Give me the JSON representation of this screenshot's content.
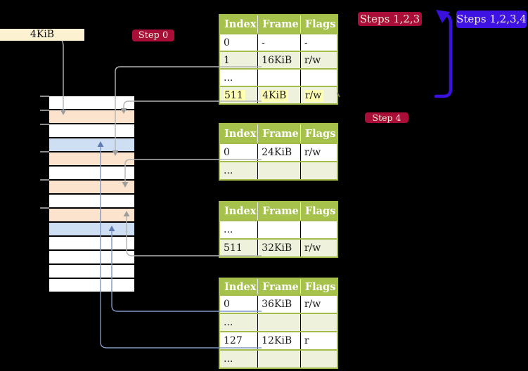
{
  "legend": {
    "label": "4KiB"
  },
  "badges": {
    "step0": "Step 0",
    "steps123": "Steps 1,2,3",
    "steps1234": "Steps 1,2,3,4",
    "step4": "Step 4"
  },
  "memory": {
    "rows": [
      "free",
      "table",
      "free",
      "mapped",
      "table",
      "free",
      "table",
      "free",
      "table",
      "mapped",
      "free",
      "free",
      "free",
      "free"
    ]
  },
  "tables": [
    {
      "headers": [
        "Index",
        "Frame",
        "Flags"
      ],
      "rows": [
        [
          "0",
          "-",
          "-"
        ],
        [
          "1",
          "16KiB",
          "r/w"
        ],
        [
          "...",
          "",
          ""
        ],
        [
          "511",
          "4KiB",
          "r/w"
        ]
      ],
      "highlighted_row": 3
    },
    {
      "headers": [
        "Index",
        "Frame",
        "Flags"
      ],
      "rows": [
        [
          "0",
          "24KiB",
          "r/w"
        ],
        [
          "...",
          "",
          ""
        ]
      ]
    },
    {
      "headers": [
        "Index",
        "Frame",
        "Flags"
      ],
      "rows": [
        [
          "...",
          "",
          ""
        ],
        [
          "511",
          "32KiB",
          "r/w"
        ]
      ]
    },
    {
      "headers": [
        "Index",
        "Frame",
        "Flags"
      ],
      "rows": [
        [
          "0",
          "36KiB",
          "r/w"
        ],
        [
          "...",
          "",
          ""
        ],
        [
          "127",
          "12KiB",
          "r"
        ],
        [
          "...",
          "",
          ""
        ]
      ]
    }
  ],
  "colors": {
    "background": "#000000",
    "label_box_bg": "#fcf2d1",
    "badge_red": "#a90e38",
    "badge_blue": "#3f12e4",
    "badge_text": "#f2ecd9",
    "table_header_bg": "#a6c14c",
    "table_row_alt_bg": "#eef2dc",
    "table_border": "#a3bc4a",
    "highlight_yellow": "#ffffb4",
    "mem_free": "#ffffff",
    "mem_page_table": "#fbe3cd",
    "mem_mapped_page": "#cfdff3",
    "connector_gray": "#b4b4b4",
    "connector_gray_head": "#9e9e9e",
    "connector_blue": "#7d98c5",
    "connector_blue_head": "#5e7cb2",
    "big_arrow_blue": "#3a10dc",
    "tick_gray": "#8c8c8c",
    "stub_dash": "#777777"
  }
}
